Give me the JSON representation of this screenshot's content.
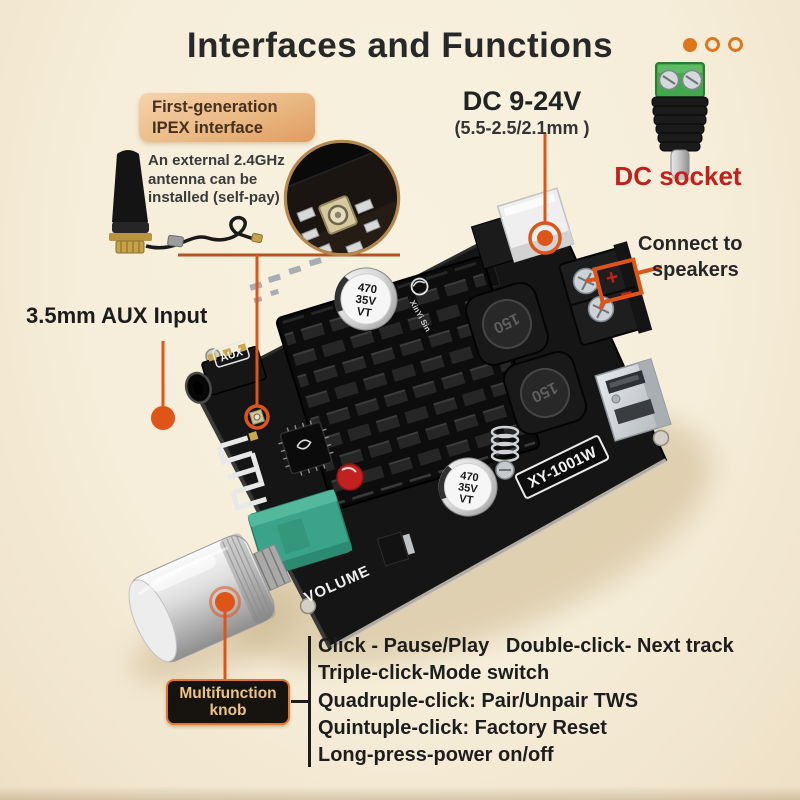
{
  "page": {
    "title": "Interfaces and Functions"
  },
  "pager": {
    "total": 3,
    "active": 1
  },
  "ipex_label": {
    "line1": "First-generation",
    "line2": "IPEX interface"
  },
  "antenna_note": {
    "line1": "An external 2.4GHz",
    "line2": "antenna can be",
    "line3": "installed (self-pay)"
  },
  "dc_power": {
    "title": "DC 9-24V",
    "subtitle": "(5.5-2.5/2.1mm )"
  },
  "dc_socket": {
    "label": "DC socket"
  },
  "speakers": {
    "line1": "Connect to",
    "line2": "speakers",
    "plus": "+",
    "minus": "−"
  },
  "aux": {
    "label": "3.5mm AUX Input"
  },
  "knob_label": {
    "line1": "Multifunction",
    "line2": "knob"
  },
  "board": {
    "model": "XY-1001W",
    "volume_silkscreen": "VOLUME",
    "aux_silkscreen": "AUX",
    "capacitor_line1": "470",
    "capacitor_line2": "35V",
    "capacitor_line3": "VT",
    "inductor_value": "150",
    "logo_text": "XinYi Sin"
  },
  "functions": {
    "items": [
      "Click - Pause/Play   Double-click- Next track",
      "Triple-click-Mode switch",
      "Quadruple-click: Pair/Unpair TWS",
      "Quintuple-click: Factory Reset",
      "Long-press-power on/off"
    ]
  },
  "colors": {
    "background_cream": "#f6eeda",
    "accent_orange": "#e0761c",
    "marker_orange": "#df5417",
    "red": "#c4201b",
    "label_peach": "#eab984",
    "knob_label_gold": "#ecc57f",
    "text_dark": "#282828"
  }
}
